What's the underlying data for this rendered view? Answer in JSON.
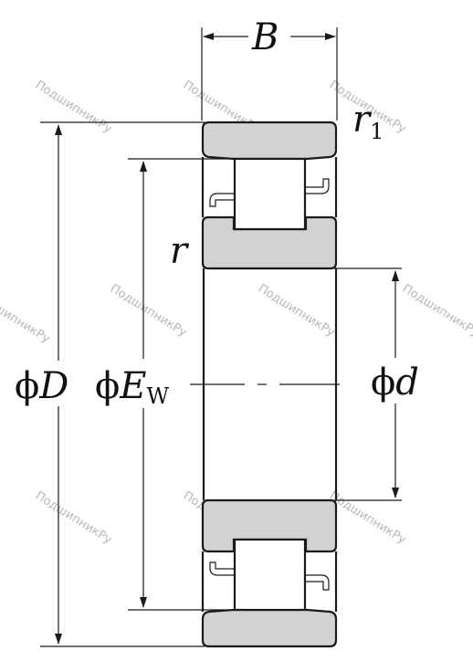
{
  "labels": {
    "B": "B",
    "r1": "r",
    "r1_sub": "1",
    "r": "r",
    "phi": "ϕ",
    "D": "D",
    "Ew": "E",
    "Ew_sub": "W",
    "d": "d"
  },
  "watermark": "ПодшипникРу",
  "colors": {
    "ring_fill": "#d2d2d2",
    "line": "#1a1a1a",
    "watermark": "#b8b8b8"
  }
}
